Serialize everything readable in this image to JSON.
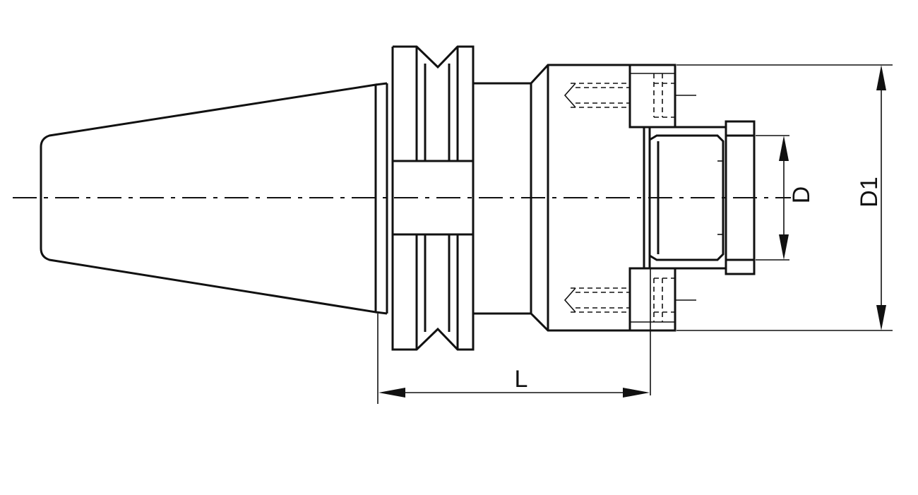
{
  "drawing": {
    "dimensions": {
      "length_label": "L",
      "bore_label": "D",
      "outer_label": "D1"
    }
  }
}
